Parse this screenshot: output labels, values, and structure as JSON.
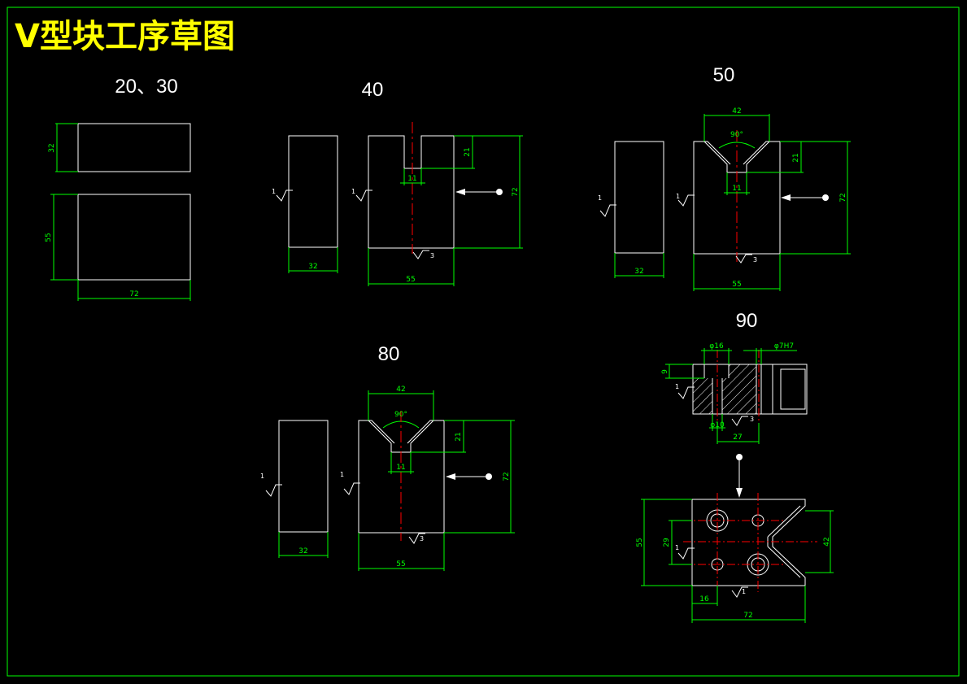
{
  "title": "V型块工序草图",
  "colors": {
    "background": "#000000",
    "outline": "#ffffff",
    "dimension": "#00ff00",
    "centerline": "#ff0000",
    "title": "#ffff00"
  },
  "ops": {
    "op1": {
      "label": "20、30",
      "dims": {
        "thickness": "32",
        "height": "55",
        "length": "72"
      }
    },
    "op2": {
      "label": "40",
      "roughness": "1",
      "roughness_bottom": "3",
      "dims": {
        "width_side": "32",
        "width_front": "55",
        "height": "72",
        "slot_depth": "21",
        "slot_width": "11"
      }
    },
    "op3": {
      "label": "50",
      "roughness": "1",
      "roughness_bottom": "3",
      "dims": {
        "v_top": "42",
        "angle": "90°",
        "slot_width": "11",
        "depth": "21",
        "height": "72",
        "width_side": "32",
        "width_front": "55"
      }
    },
    "op4": {
      "label": "80",
      "roughness": "1",
      "roughness_bottom": "3",
      "dims": {
        "v_top": "42",
        "angle": "90°",
        "slot_width": "11",
        "depth": "21",
        "height": "72",
        "width_side": "32",
        "width_front": "55"
      }
    },
    "op5": {
      "label": "90",
      "roughness": "1",
      "roughness_bottom": "3",
      "roughness_plan": "1",
      "dims": {
        "hole_large": "φ16",
        "hole_small": "φ7H7",
        "depth": "9",
        "hole_bottom": "φ10",
        "spacing": "27",
        "height": "55",
        "center_spacing": "29",
        "v_width": "42",
        "offset": "16",
        "length": "72"
      }
    }
  }
}
